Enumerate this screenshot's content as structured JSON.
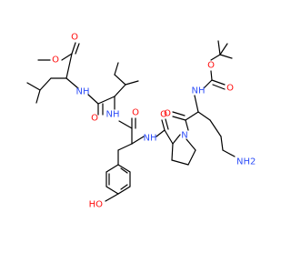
{
  "molecule": {
    "atom_labels": {
      "ester_O_carbonyl": "O",
      "ester_O_single": "O",
      "amide_NH_1": "NH",
      "amide_O_1": "O",
      "amide_NH_2": "NH",
      "amide_O_2": "O",
      "amide_NH_3": "NH",
      "amide_O_3": "O",
      "pyrrolidine_N": "N",
      "amide_O_4": "O",
      "boc_NH": "NH",
      "boc_O_carbonyl": "O",
      "boc_O_single": "O",
      "amine_NH2": "NH2",
      "phenol_HO": "HO"
    },
    "colors": {
      "bond": "#000000",
      "oxygen": "#ff0d0d",
      "nitrogen": "#3050f8"
    }
  }
}
